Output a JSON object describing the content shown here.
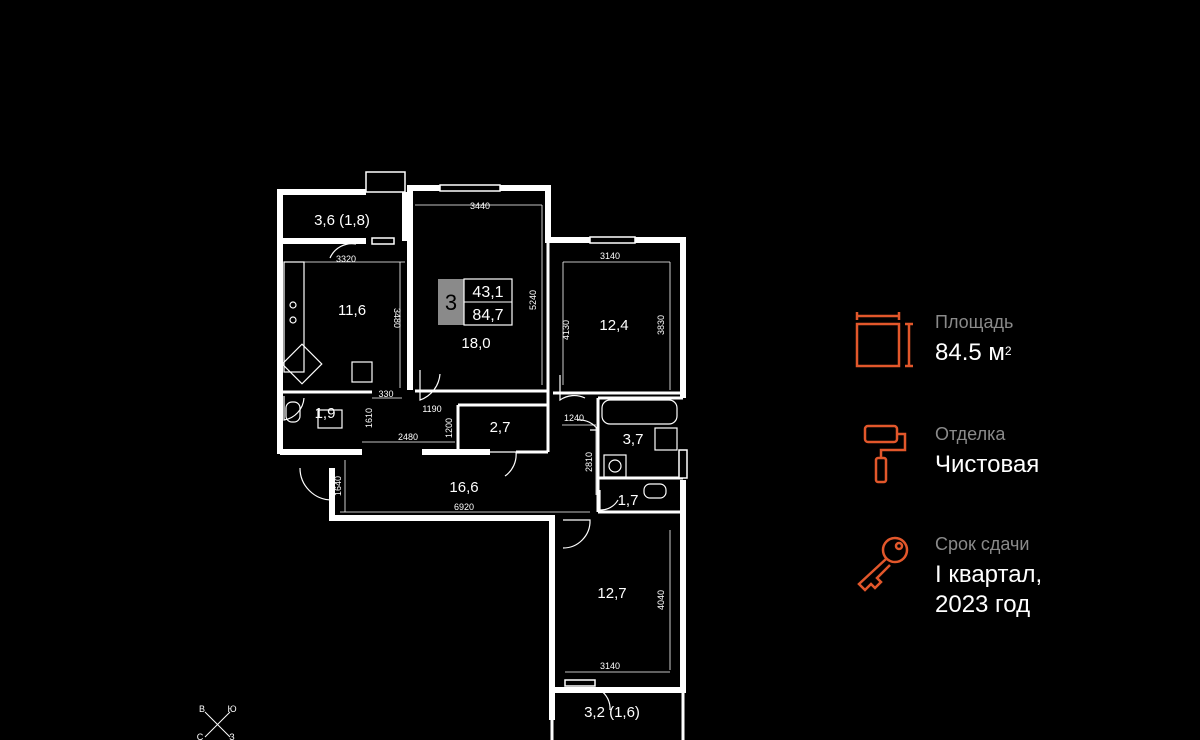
{
  "plan": {
    "badge": {
      "rooms": "3",
      "living_area": "43,1",
      "total_area": "84,7"
    },
    "rooms": {
      "balcony_top": "3,6 (1,8)",
      "kitchen": "11,6",
      "living": "18,0",
      "bedroom_right": "12,4",
      "bath_left": "1,9",
      "storage": "2,7",
      "bathroom": "3,7",
      "corridor": "16,6",
      "toilet": "1,7",
      "bedroom_bottom": "12,7",
      "balcony_bottom": "3,2 (1,6)"
    },
    "dims": {
      "d3320": "3320",
      "d3440": "3440",
      "d3140a": "3140",
      "d3480": "3480",
      "d5240": "5240",
      "d4130": "4130",
      "d3830": "3830",
      "d330": "330",
      "d1190": "1190",
      "d1610": "1610",
      "d2480": "2480",
      "d1200": "1200",
      "d1240": "1240",
      "d2810": "2810",
      "d1640": "1640",
      "d6920": "6920",
      "d4040": "4040",
      "d3140b": "3140"
    },
    "compass": {
      "n": "В",
      "e": "Ю",
      "s": "С",
      "w": "З"
    }
  },
  "info": {
    "area": {
      "label": "Площадь",
      "value": "84.5 м",
      "sup": "2",
      "icon": "area-icon"
    },
    "finish": {
      "label": "Отделка",
      "value": "Чистовая",
      "icon": "paint-roller-icon"
    },
    "deadline": {
      "label": "Срок сдачи",
      "value_line1": "I квартал,",
      "value_line2": "2023 год",
      "icon": "key-icon"
    }
  },
  "colors": {
    "background": "#000000",
    "accent": "#e2572b",
    "wall": "#ffffff",
    "muted": "#8a8a8a"
  }
}
